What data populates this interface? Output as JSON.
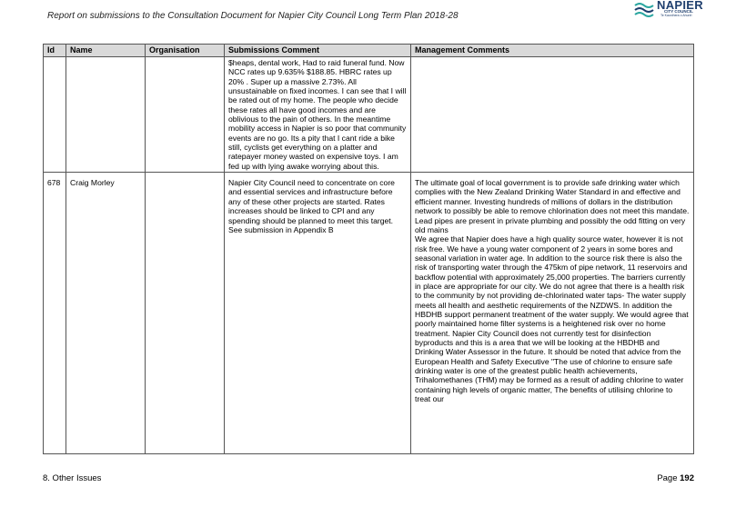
{
  "header": {
    "title": "Report on submissions to the Consultation Document for Napier City Council Long Term Plan 2018-28",
    "logo_name": "NAPIER",
    "logo_sub": "CITY COUNCIL",
    "logo_tagline": "Te Kaunihera o Ahuriri",
    "brand_color": "#1f3f6e",
    "logo_wave_color": "#2aa6a0"
  },
  "table": {
    "headers": {
      "id": "Id",
      "name": "Name",
      "organisation": "Organisation",
      "submission": "Submissions Comment",
      "management": "Management Comments"
    },
    "rows": [
      {
        "id": "",
        "name": "",
        "organisation": "",
        "submission": "$heaps, dental work, Had to raid funeral fund. Now NCC rates up 9.635% $188.85. HBRC rates up 20% . Super up a massive 2.73%. All unsustainable on fixed incomes. I can see that I will be rated out of my home. The people who decide these rates all have good incomes and are oblivious to the pain of others. In the meantime mobility access in Napier is so poor that community events are no go. Its a pity that I cant ride a bike still, cyclists get everything on a platter and ratepayer money wasted on expensive toys. I am fed up with lying awake worrying about this.",
        "management": ""
      },
      {
        "id": "678",
        "name": "Craig Morley",
        "organisation": "",
        "submission": "Napier City Council need to concentrate on core and essential services and infrastructure before any of these other projects are started.   Rates increases should be linked to CPI and any spending should be planned to meet this target. See submission in Appendix B",
        "management": "The ultimate goal of local government is to provide safe drinking water which complies with the New Zealand Drinking Water Standard in and effective and efficient manner. Investing hundreds of millions of dollars in the distribution network to possibly be able to remove chlorination does not meet this mandate.\nLead pipes are present in private plumbing and possibly the odd fitting on very old mains\nWe agree that Napier does have a high quality source water, however it is not risk free. We have a young water component of 2 years in some bores and seasonal variation in water age. In addition to the source risk there is also the risk of transporting water through the 475km of pipe network, 11 reservoirs and backflow potential with approximately 25,000 properties. The barriers currently in place are appropriate for our city. We do not agree that there is a health risk to the community by not providing de-chlorinated water taps- The water supply meets all health and aesthetic requirements of the NZDWS. In addition the HBDHB support permanent treatment of the water supply. We would agree that poorly maintained home filter systems is a heightened risk over no home treatment. Napier City Council does not currently test for disinfection byproducts and this is a area that we will be looking at the HBDHB and Drinking Water Assessor in the future. It should be noted that advice from the European Health and Safety Executive \"The use of chlorine to ensure safe drinking water is one of the greatest public health achievements, Trihalomethanes (THM) may be formed as a result of adding chlorine to water containing high levels of organic matter, The benefits of utilising chlorine to treat our"
      }
    ]
  },
  "footer": {
    "section": "8. Other Issues",
    "page_label": "Page",
    "page_number": "192"
  }
}
